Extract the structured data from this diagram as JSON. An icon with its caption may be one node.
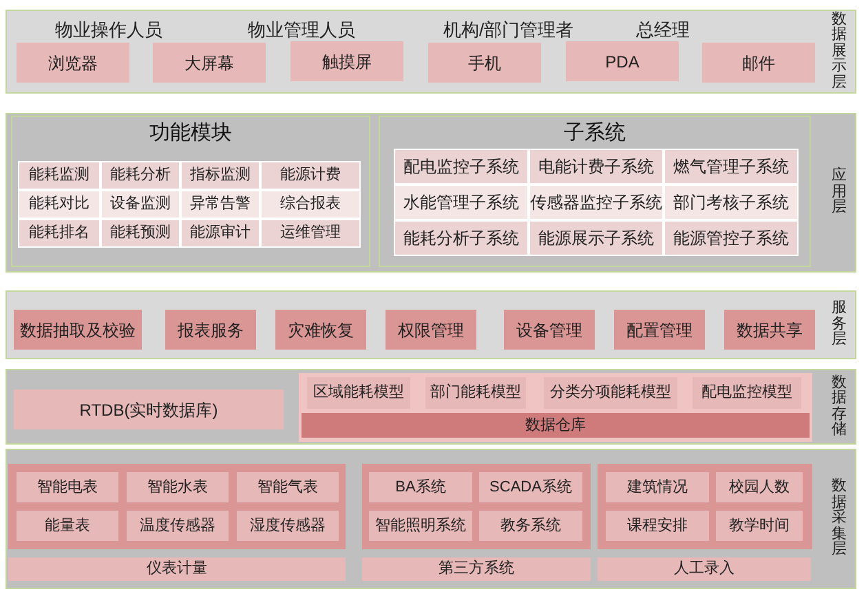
{
  "diagram": {
    "nodes": [
      {
        "text": [
          "数据展示层"
        ]
      },
      {
        "text": [
          "浏览器"
        ],
        "in": 0
      },
      {
        "text": [
          "大屏幕"
        ],
        "in": 0
      },
      {
        "text": [
          "触摸屏"
        ],
        "in": 0
      },
      {
        "text": [
          "手机"
        ],
        "in": 0
      },
      {
        "text": [
          "PDA"
        ],
        "in": 0
      },
      {
        "text": [
          "邮件"
        ],
        "in": 0
      },
      {
        "text": [
          "应用层"
        ]
      },
      {
        "text": [
          "功能模块"
        ],
        "in": 7
      },
      {
        "text": [
          "能耗监测"
        ],
        "in": 8
      },
      {
        "text": [
          "能耗分析"
        ],
        "in": 8
      },
      {
        "text": [
          "指标监测"
        ],
        "in": 8
      },
      {
        "text": [
          "能源计费"
        ],
        "in": 8
      },
      {
        "text": [
          "能耗对比"
        ],
        "in": 8
      },
      {
        "text": [
          "设备监测"
        ],
        "in": 8
      },
      {
        "text": [
          "异常告警"
        ],
        "in": 8
      },
      {
        "text": [
          "综合报表"
        ],
        "in": 8
      },
      {
        "text": [
          "能耗排名"
        ],
        "in": 8
      },
      {
        "text": [
          "能耗预测"
        ],
        "in": 8
      },
      {
        "text": [
          "能源审计"
        ],
        "in": 8
      },
      {
        "text": [
          "运维管理"
        ],
        "in": 8
      },
      {
        "text": [
          "子系统"
        ],
        "in": 7
      },
      {
        "text": [
          "配电监控子系统"
        ],
        "in": 21
      },
      {
        "text": [
          "电能计费子系统"
        ],
        "in": 21
      },
      {
        "text": [
          "燃气管理子系统"
        ],
        "in": 21
      },
      {
        "text": [
          "水能管理子系统"
        ],
        "in": 21
      },
      {
        "text": [
          "传感器监控子系统"
        ],
        "in": 21
      },
      {
        "text": [
          "部门考核子系统"
        ],
        "in": 21
      },
      {
        "text": [
          "能耗分析子系统"
        ],
        "in": 21
      },
      {
        "text": [
          "能源展示子系统"
        ],
        "in": 21
      },
      {
        "text": [
          "能源管控子系统"
        ],
        "in": 21
      },
      {
        "text": [
          "服务层"
        ]
      },
      {
        "text": [
          "数据抽取及校验"
        ],
        "in": 31
      },
      {
        "text": [
          "报表服务"
        ],
        "in": 31
      },
      {
        "text": [
          "灾难恢复"
        ],
        "in": 31
      },
      {
        "text": [
          "权限管理"
        ],
        "in": 31
      },
      {
        "text": [
          "设备管理"
        ],
        "in": 31
      },
      {
        "text": [
          "配置管理"
        ],
        "in": 31
      },
      {
        "text": [
          "数据共享"
        ],
        "in": 31
      },
      {
        "text": [
          "数据存储"
        ]
      },
      {
        "text": [
          "RTDB(实时数据库)"
        ],
        "in": 39
      },
      {
        "text": [],
        "shape": "box",
        "in": 39
      },
      {
        "text": [
          "区域能耗模型"
        ],
        "in": 41
      },
      {
        "text": [
          "部门能耗模型"
        ],
        "in": 41
      },
      {
        "text": [
          "分类分项能耗模型"
        ],
        "in": 41
      },
      {
        "text": [
          "配电监控模型"
        ],
        "in": 41
      },
      {
        "text": [
          "数据仓库"
        ],
        "in": 41
      },
      {
        "text": [
          "数据采集层"
        ]
      },
      {
        "text": [],
        "shape": "box",
        "in": 47
      },
      {
        "text": [
          "智能电表"
        ],
        "in": 48
      },
      {
        "text": [
          "智能水表"
        ],
        "in": 48
      },
      {
        "text": [
          "智能气表"
        ],
        "in": 48
      },
      {
        "text": [
          "能量表"
        ],
        "in": 48
      },
      {
        "text": [
          "温度传感器"
        ],
        "in": 48
      },
      {
        "text": [
          "湿度传感器"
        ],
        "in": 48
      },
      {
        "text": [],
        "shape": "box",
        "in": 47
      },
      {
        "text": [
          "BA系统"
        ],
        "in": 55
      },
      {
        "text": [
          "SCADA系统"
        ],
        "in": 55
      },
      {
        "text": [
          "智能照明系统"
        ],
        "in": 55
      },
      {
        "text": [
          "教务系统"
        ],
        "in": 55
      },
      {
        "text": [],
        "shape": "box",
        "in": 47
      },
      {
        "text": [
          "建筑情况"
        ],
        "in": 60
      },
      {
        "text": [
          "校园人数"
        ],
        "in": 60
      },
      {
        "text": [
          "课程安排"
        ],
        "in": 60
      },
      {
        "text": [
          "教学时间"
        ],
        "in": 60
      },
      {
        "text": [
          "仪表计量"
        ],
        "in": 47
      },
      {
        "text": [
          "第三方系统"
        ],
        "in": 47
      },
      {
        "text": [
          "人工录入"
        ],
        "in": 47
      }
    ],
    "edges": [],
    "labels": [
      "物业操作人员",
      "物业管理人员",
      "机构/部门管理者",
      "总经理"
    ]
  }
}
